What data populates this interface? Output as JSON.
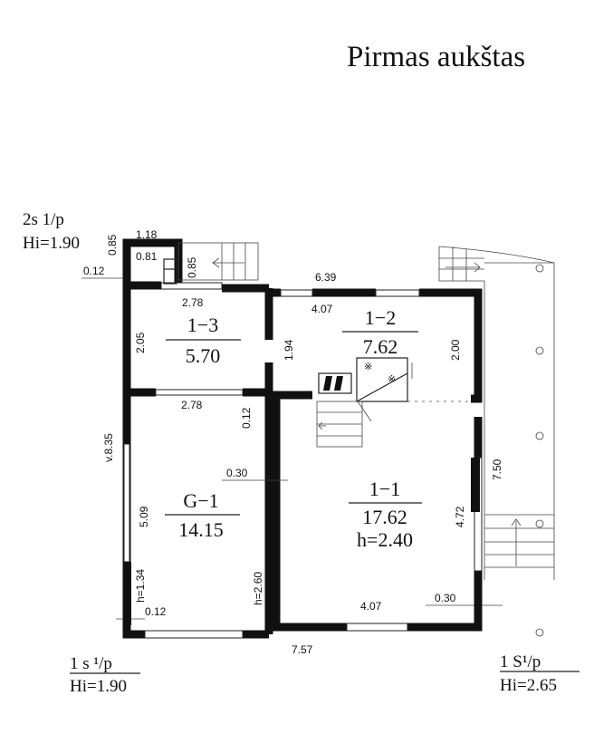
{
  "title": "Pirmas aukštas",
  "level_labels": {
    "top_left": {
      "line1": "2s 1/p",
      "line2": "Hi=1.90"
    },
    "bottom_left": {
      "line1": "1 s ¹/p",
      "line2": "Hi=1.90"
    },
    "bottom_right": {
      "line1": "1 S¹/p",
      "line2": "Hi=2.65"
    }
  },
  "rooms": [
    {
      "id": "1−3",
      "area": "5.70"
    },
    {
      "id": "1−2",
      "area": "7.62"
    },
    {
      "id": "G−1",
      "area": "14.15"
    },
    {
      "id": "1−1",
      "area": "17.62",
      "height": "h=2.40"
    }
  ],
  "dimensions": {
    "d_118": "1.18",
    "d_081": "0.81",
    "d_085_a": "0.85",
    "d_085_b": "0.85",
    "d_012_a": "0.12",
    "d_278_a": "2.78",
    "d_205": "2.05",
    "d_639": "6.39",
    "d_407_a": "4.07",
    "d_194": "1.94",
    "d_200": "2.00",
    "d_278_b": "2.78",
    "d_012_b": "0.12",
    "d_v835": "v.8.35",
    "d_030_a": "0.30",
    "d_509": "5.09",
    "d_750": "7.50",
    "d_472": "4.72",
    "d_h134": "h=1.34",
    "d_h260": "h=2.60",
    "d_012_c": "0.12",
    "d_407_b": "4.07",
    "d_030_b": "0.30",
    "d_757": "7.57"
  }
}
